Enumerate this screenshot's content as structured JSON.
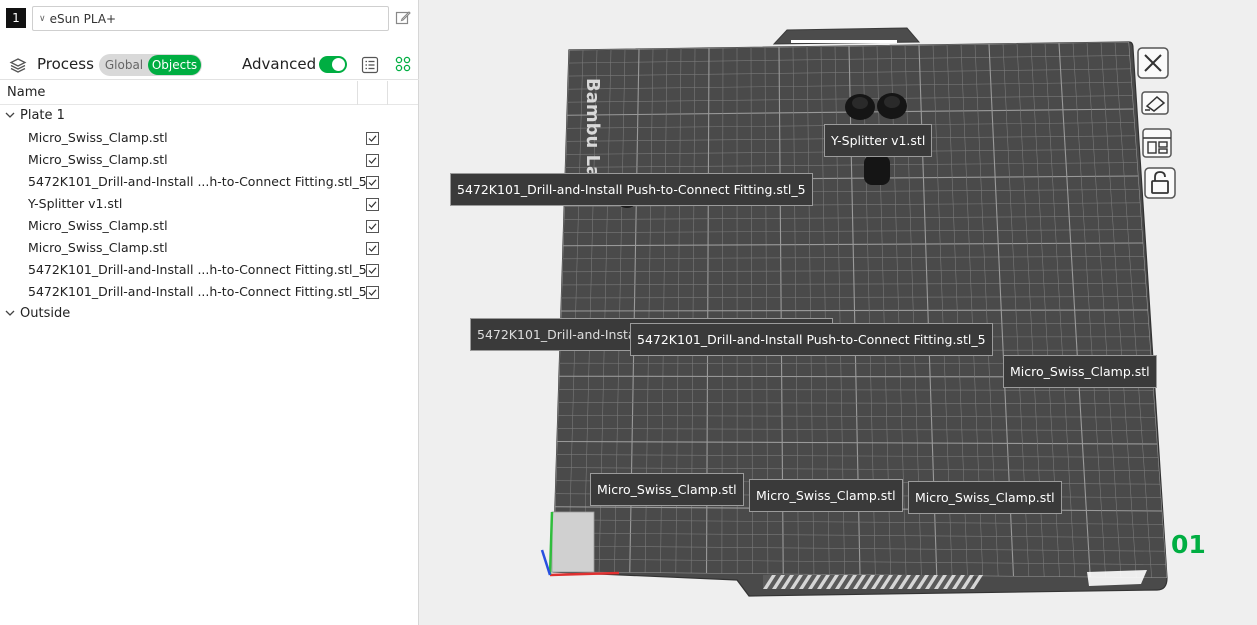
{
  "filament": {
    "index": "1",
    "name": "eSun PLA+"
  },
  "process": {
    "label": "Process",
    "global_label": "Global",
    "objects_label": "Objects",
    "advanced_label": "Advanced",
    "advanced_enabled": true
  },
  "object_list": {
    "column_name": "Name",
    "plate_label": "Plate 1",
    "outside_label": "Outside",
    "items": [
      {
        "name": "Micro_Swiss_Clamp.stl",
        "checked": true
      },
      {
        "name": "Micro_Swiss_Clamp.stl",
        "checked": true
      },
      {
        "name": "5472K101_Drill-and-Install ...h-to-Connect Fitting.stl_5",
        "checked": true
      },
      {
        "name": "Y-Splitter v1.stl",
        "checked": true
      },
      {
        "name": "Micro_Swiss_Clamp.stl",
        "checked": true
      },
      {
        "name": "Micro_Swiss_Clamp.stl",
        "checked": true
      },
      {
        "name": "5472K101_Drill-and-Install ...h-to-Connect Fitting.stl_5",
        "checked": true
      },
      {
        "name": "5472K101_Drill-and-Install ...h-to-Connect Fitting.stl_5",
        "checked": true
      }
    ]
  },
  "viewport": {
    "brand_text": "Bambu Lab",
    "plate_number": "01",
    "labels": {
      "y_splitter": "Y-Splitter v1.stl",
      "fitting_a": "5472K101_Drill-and-Install Push-to-Connect Fitting.stl_5",
      "fitting_b": "5472K101_Drill-and-Install Push-to-Connect Fitting.stl_5",
      "fitting_c": "5472K101_Drill-and-Install Push-to-Connect Fitting.stl_5",
      "clamp_right": "Micro_Swiss_Clamp.stl",
      "clamp_1": "Micro_Swiss_Clamp.stl",
      "clamp_2": "Micro_Swiss_Clamp.stl",
      "clamp_3": "Micro_Swiss_Clamp.stl"
    },
    "icons": [
      "close-icon",
      "auto-orient-icon",
      "arrange-icon",
      "lock-icon"
    ]
  },
  "colors": {
    "accent": "#00ae42",
    "plate": "#4a4a4a",
    "label_bg": "#3a3a3a"
  }
}
